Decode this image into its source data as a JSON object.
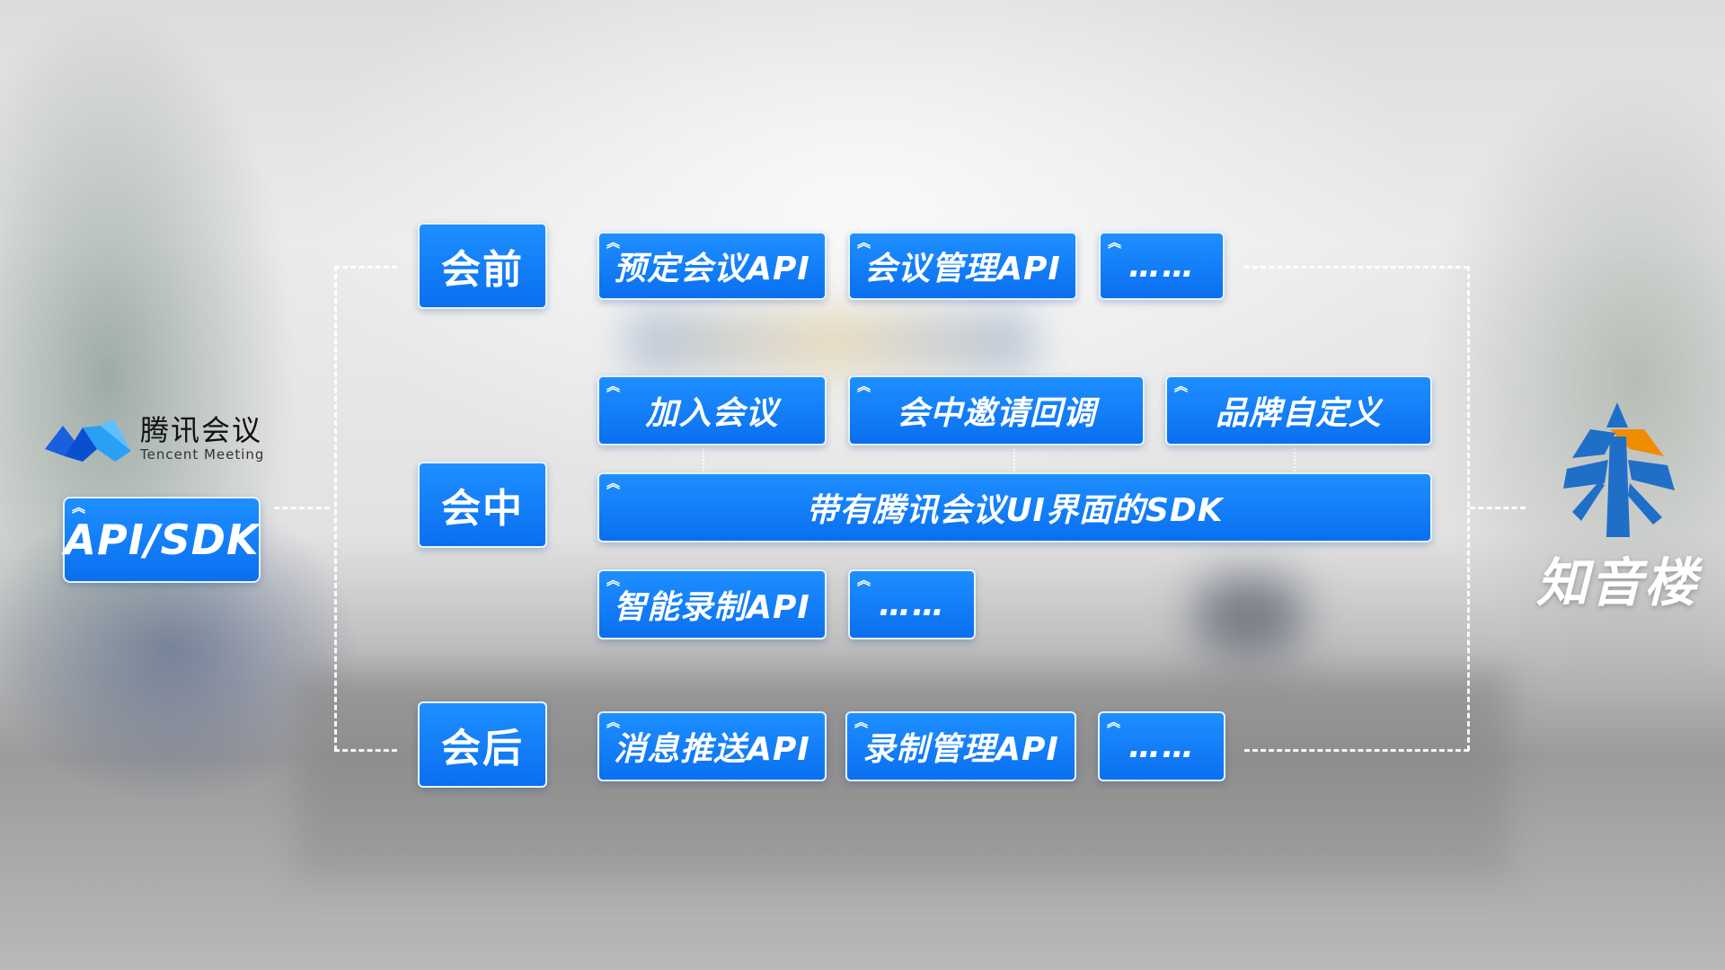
{
  "brand_left": {
    "name_cn": "腾讯会议",
    "name_en": "Tencent Meeting",
    "badge": "API/SDK",
    "icon": "tencent-meeting-icon"
  },
  "brand_right": {
    "name": "知音楼",
    "icon": "zhiyinlou-tree-icon"
  },
  "stages": {
    "before": {
      "label": "会前",
      "items": [
        "预定会议API",
        "会议管理API",
        "……"
      ]
    },
    "during": {
      "label": "会中",
      "row1": [
        "加入会议",
        "会中邀请回调",
        "品牌自定义"
      ],
      "sdk": "带有腾讯会议UI界面的SDK",
      "row3": [
        "智能录制API",
        "……"
      ]
    },
    "after": {
      "label": "会后",
      "items": [
        "消息推送API",
        "录制管理API",
        "……"
      ]
    }
  },
  "colors": {
    "box_blue": "#1e8fff",
    "box_border": "#ffffff",
    "zy_blue": "#1f6fc8",
    "zy_orange": "#f08c00"
  }
}
